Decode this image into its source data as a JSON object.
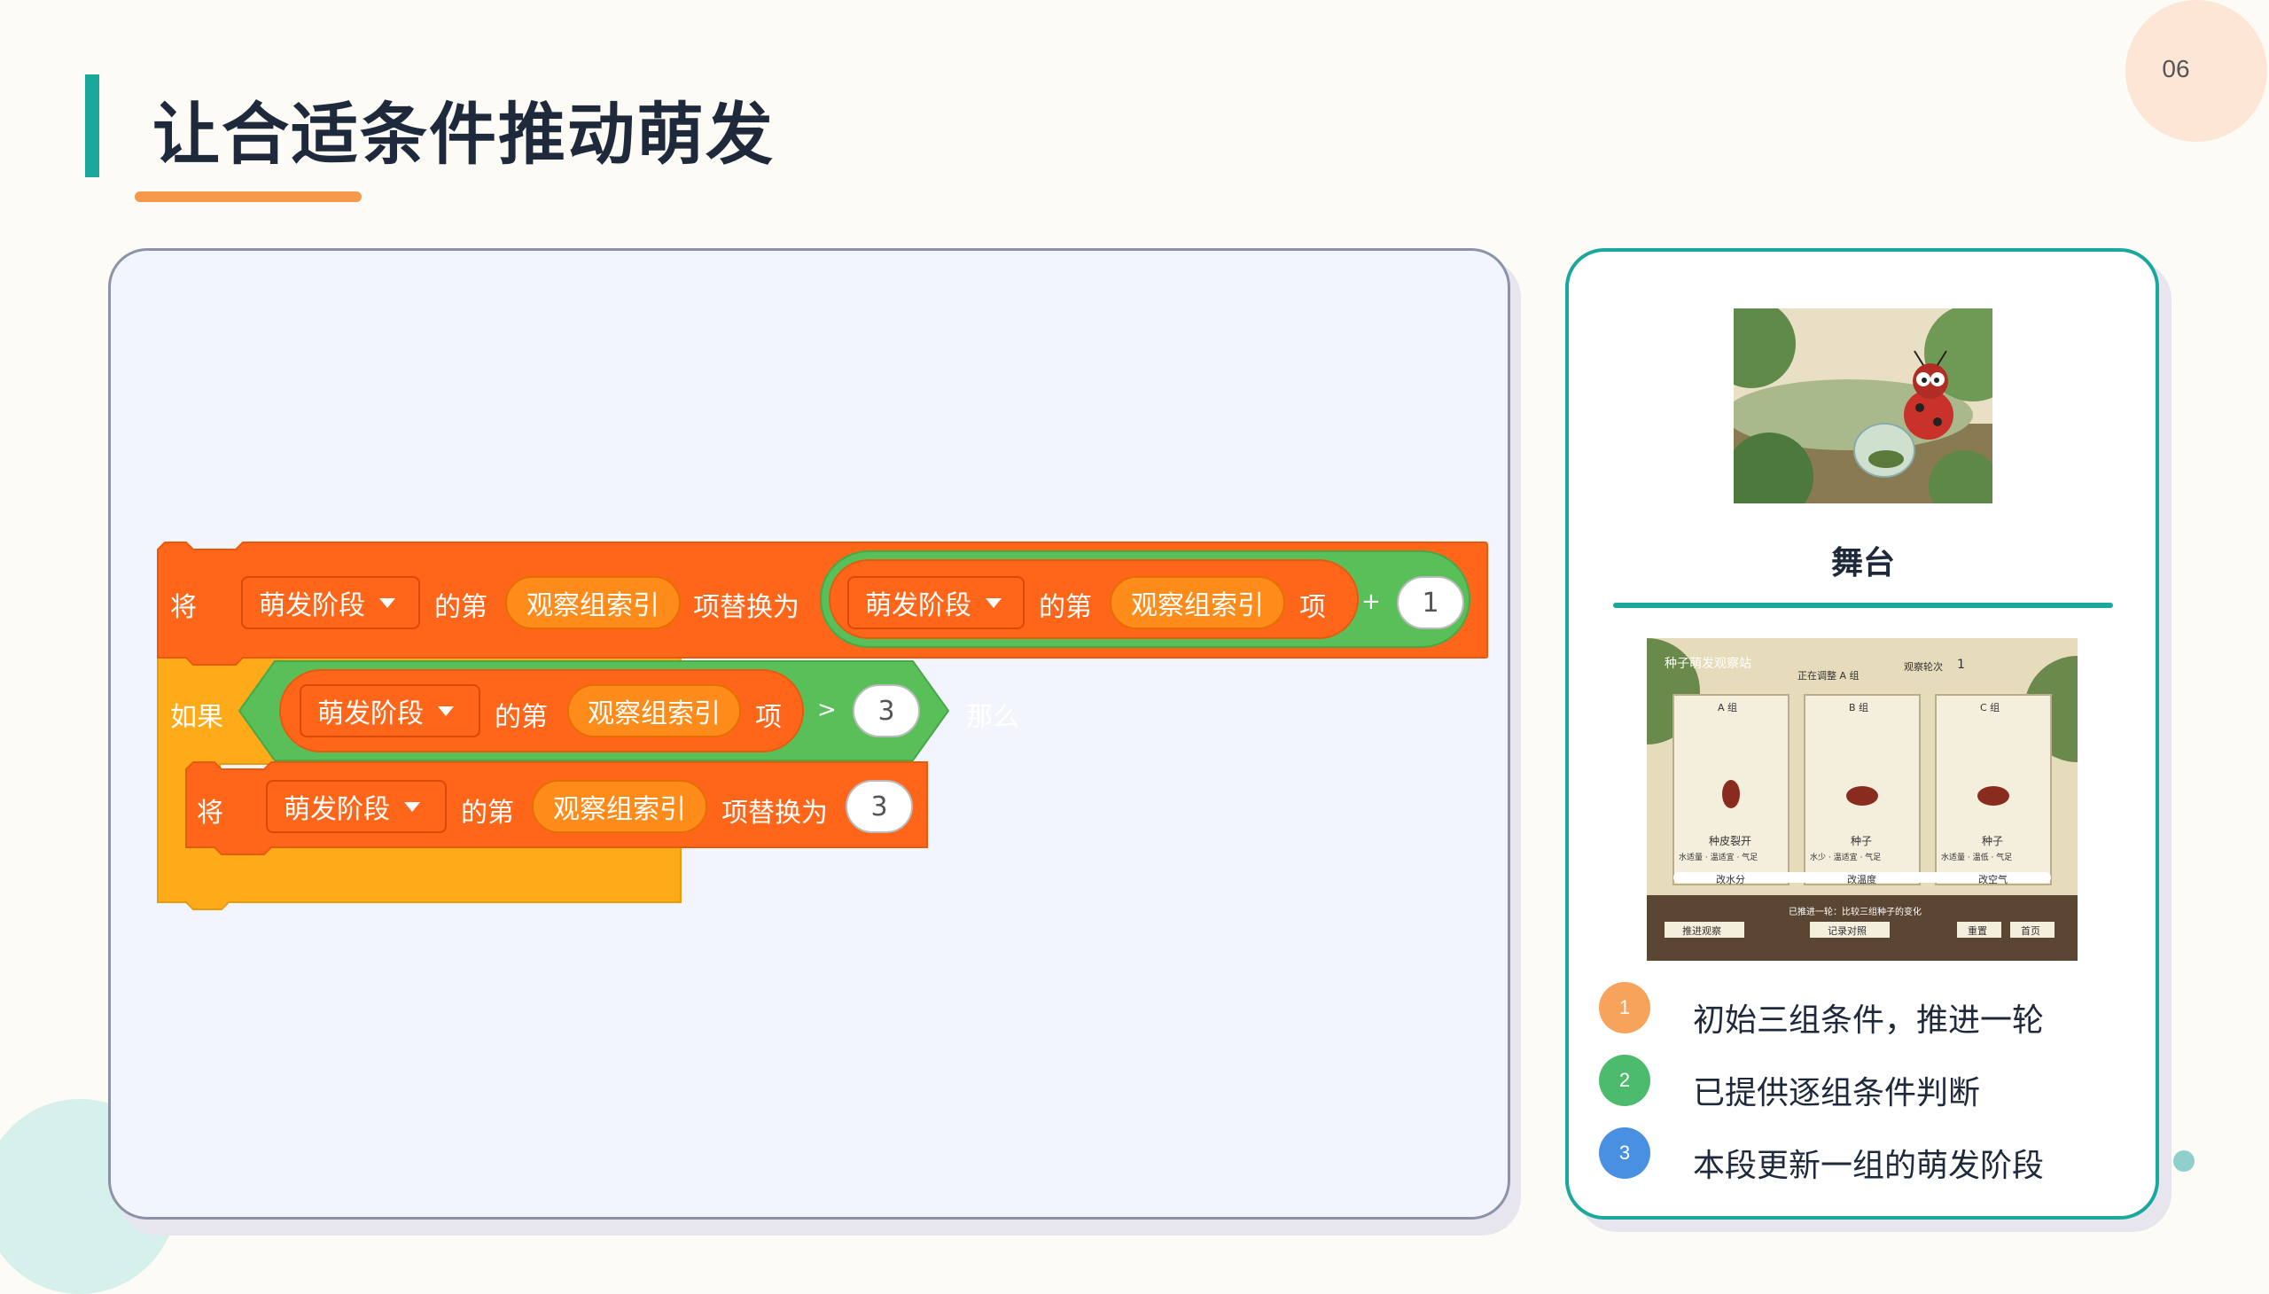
{
  "page_number": "06",
  "title": "让合适条件推动萌发",
  "colors": {
    "accent_teal": "#1aa89c",
    "accent_orange": "#f59a4a",
    "block_list": "#ff661a",
    "block_control": "#ffab19",
    "block_operator": "#59c059"
  },
  "code": {
    "block1": {
      "set_word": "将",
      "list_name": "萌发阶段",
      "of_item": "的第",
      "index_var": "观察组索引",
      "replace_with": "项替换为",
      "inner_list_name": "萌发阶段",
      "inner_of_item": "的第",
      "inner_index_var": "观察组索引",
      "inner_item": "项",
      "plus": "+",
      "add_value": "1"
    },
    "if_block": {
      "if_word": "如果",
      "list_name": "萌发阶段",
      "of_item": "的第",
      "index_var": "观察组索引",
      "item_word": "项",
      "gt": ">",
      "compare_value": "3",
      "then_word": "那么"
    },
    "block2": {
      "set_word": "将",
      "list_name": "萌发阶段",
      "of_item": "的第",
      "index_var": "观察组索引",
      "replace_with": "项替换为",
      "value": "3"
    }
  },
  "stage": {
    "label": "舞台",
    "game": {
      "title": "种子萌发观察站",
      "adjusting": "正在调整 A 组",
      "round_label": "观察轮次",
      "round_value": "1",
      "groups": [
        {
          "name": "A 组",
          "state": "种皮裂开",
          "cond": "水适量 · 温适宜 · 气足",
          "button": "改水分"
        },
        {
          "name": "B 组",
          "state": "种子",
          "cond": "水少 · 温适宜 · 气足",
          "button": "改温度"
        },
        {
          "name": "C 组",
          "state": "种子",
          "cond": "水适量 · 温低 · 气足",
          "button": "改空气"
        }
      ],
      "message": "已推进一轮：比较三组种子的变化",
      "buttons": [
        "推进观察",
        "记录对照",
        "重置",
        "首页"
      ]
    }
  },
  "legend": [
    {
      "num": "1",
      "text": "初始三组条件，推进一轮",
      "color": "#f7a35c"
    },
    {
      "num": "2",
      "text": "已提供逐组条件判断",
      "color": "#4dbb6e"
    },
    {
      "num": "3",
      "text": "本段更新一组的萌发阶段",
      "color": "#4a90e2"
    }
  ]
}
